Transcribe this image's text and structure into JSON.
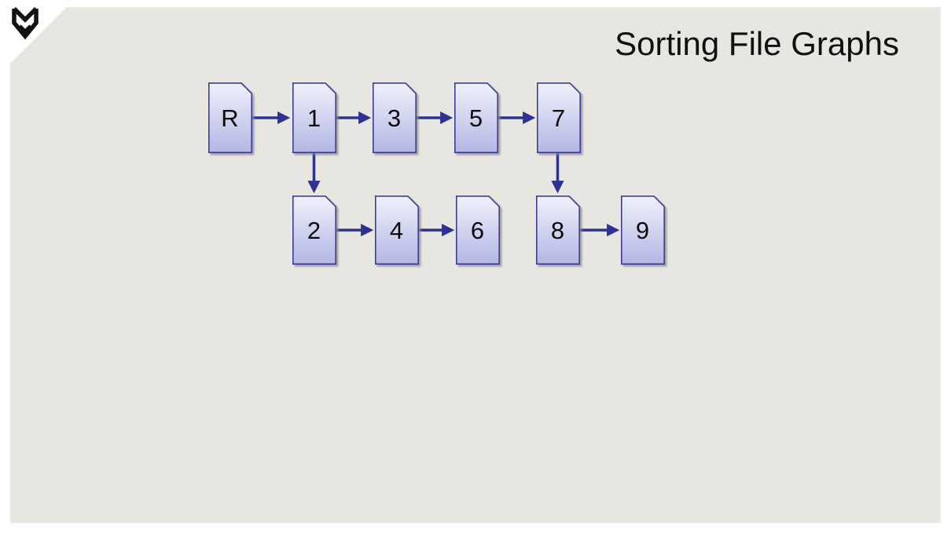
{
  "slide": {
    "title": "Sorting File Graphs",
    "background_color": "#e8e6e1",
    "logo": "double-chevron-shield-logo"
  },
  "diagram": {
    "type": "file-link-diagram",
    "node_shape": "file-snipped-corner-rectangle",
    "colors": {
      "node_fill_top": "#f0f1fb",
      "node_fill_bottom": "#b2b6e3",
      "node_border": "#3e3e96",
      "arrow": "#2e3192"
    },
    "nodes": [
      {
        "id": "R",
        "label": "R",
        "row": 0
      },
      {
        "id": "1",
        "label": "1",
        "row": 0
      },
      {
        "id": "3",
        "label": "3",
        "row": 0
      },
      {
        "id": "5",
        "label": "5",
        "row": 0
      },
      {
        "id": "7",
        "label": "7",
        "row": 0
      },
      {
        "id": "2",
        "label": "2",
        "row": 1
      },
      {
        "id": "4",
        "label": "4",
        "row": 1
      },
      {
        "id": "6",
        "label": "6",
        "row": 1
      },
      {
        "id": "8",
        "label": "8",
        "row": 1
      },
      {
        "id": "9",
        "label": "9",
        "row": 1
      }
    ],
    "edges": [
      {
        "from": "R",
        "to": "1",
        "direction": "right"
      },
      {
        "from": "1",
        "to": "3",
        "direction": "right"
      },
      {
        "from": "3",
        "to": "5",
        "direction": "right"
      },
      {
        "from": "5",
        "to": "7",
        "direction": "right"
      },
      {
        "from": "1",
        "to": "2",
        "direction": "down"
      },
      {
        "from": "2",
        "to": "4",
        "direction": "right"
      },
      {
        "from": "4",
        "to": "6",
        "direction": "right"
      },
      {
        "from": "7",
        "to": "8",
        "direction": "down"
      },
      {
        "from": "8",
        "to": "9",
        "direction": "right"
      }
    ]
  }
}
